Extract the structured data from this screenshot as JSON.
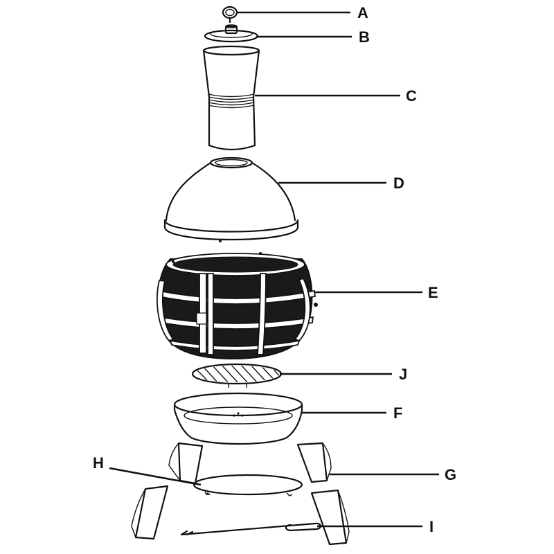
{
  "colors": {
    "ink": "#111111",
    "mesh": "#1a1a1a",
    "background": "#ffffff"
  },
  "parts": [
    {
      "id": "A",
      "label": "A"
    },
    {
      "id": "B",
      "label": "B"
    },
    {
      "id": "C",
      "label": "C"
    },
    {
      "id": "D",
      "label": "D"
    },
    {
      "id": "E",
      "label": "E"
    },
    {
      "id": "J",
      "label": "J"
    },
    {
      "id": "F",
      "label": "F"
    },
    {
      "id": "G",
      "label": "G"
    },
    {
      "id": "H",
      "label": "H"
    },
    {
      "id": "I",
      "label": "I"
    }
  ]
}
